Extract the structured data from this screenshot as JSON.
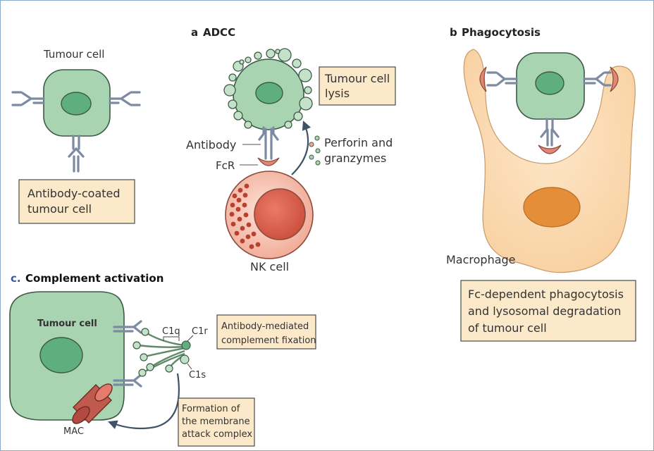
{
  "panel_a": {
    "letter": "a",
    "title": "ADCC",
    "tumour_label": "Tumour cell",
    "coated_box": [
      "Antibody-coated",
      "tumour cell"
    ],
    "lysis_box": [
      "Tumour cell",
      "lysis"
    ],
    "perforin": [
      "Perforin and",
      "granzymes"
    ],
    "antibody_label": "Antibody",
    "fcr_label": "FcR",
    "nk_label": "NK cell"
  },
  "panel_b": {
    "letter": "b",
    "title": "Phagocytosis",
    "macrophage_label": "Macrophage",
    "box": [
      "Fc-dependent phagocytosis",
      "and lysosomal degradation",
      "of tumour cell"
    ]
  },
  "panel_c": {
    "letter": "c.",
    "title": "Complement activation",
    "tumour_label": "Tumour cell",
    "c1q": "C1q",
    "c1r": "C1r",
    "c1s": "C1s",
    "mac": "MAC",
    "fixation_box": [
      "Antibody-mediated",
      "complement fixation"
    ],
    "mac_box": [
      "Formation of",
      "the membrane",
      "attack complex"
    ]
  },
  "colors": {
    "tumour_cell": "#a9d4b2",
    "nucleus": "#5fae7d",
    "antibody": "#7d8aa3",
    "fc_receptor": "#e08775",
    "nk_cell": "#f2b7a6",
    "macrophage": "#fbd9b0",
    "label_box": "#fbe9c9"
  }
}
